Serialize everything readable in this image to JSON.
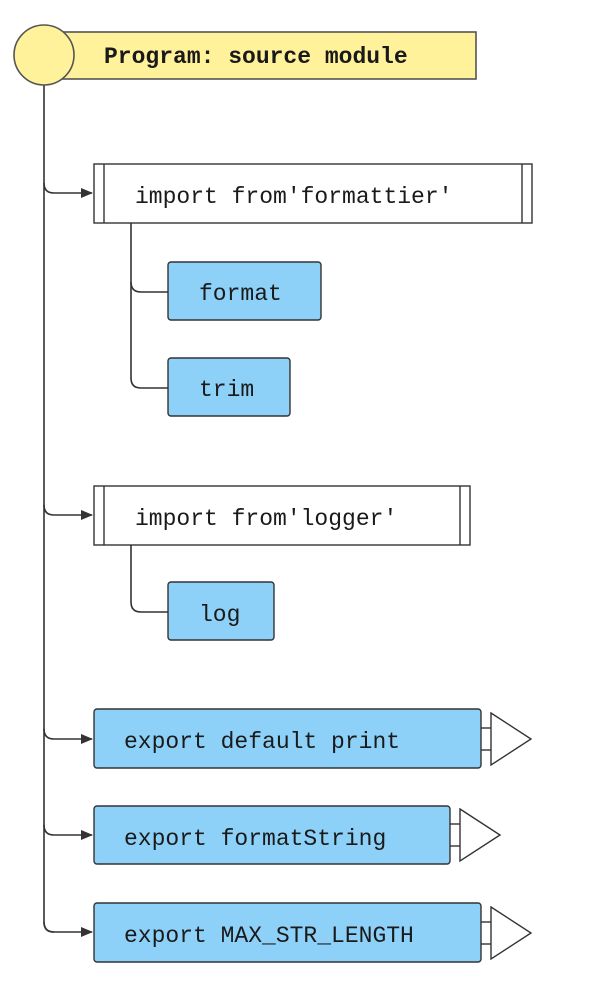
{
  "program": {
    "title": "Program: source module",
    "fill": "#fff29a",
    "stroke": "#555555"
  },
  "imports": [
    {
      "label": "import from'formattier'",
      "specifiers": [
        "format",
        "trim"
      ]
    },
    {
      "label": "import from'logger'",
      "specifiers": [
        "log"
      ]
    }
  ],
  "exports": [
    {
      "label": "export default print"
    },
    {
      "label": "export formatString"
    },
    {
      "label": "export MAX_STR_LENGTH"
    }
  ],
  "colors": {
    "specifier_fill": "#8dd1f8",
    "export_fill": "#8dd1f8",
    "import_fill": "#ffffff",
    "line": "#333333"
  }
}
